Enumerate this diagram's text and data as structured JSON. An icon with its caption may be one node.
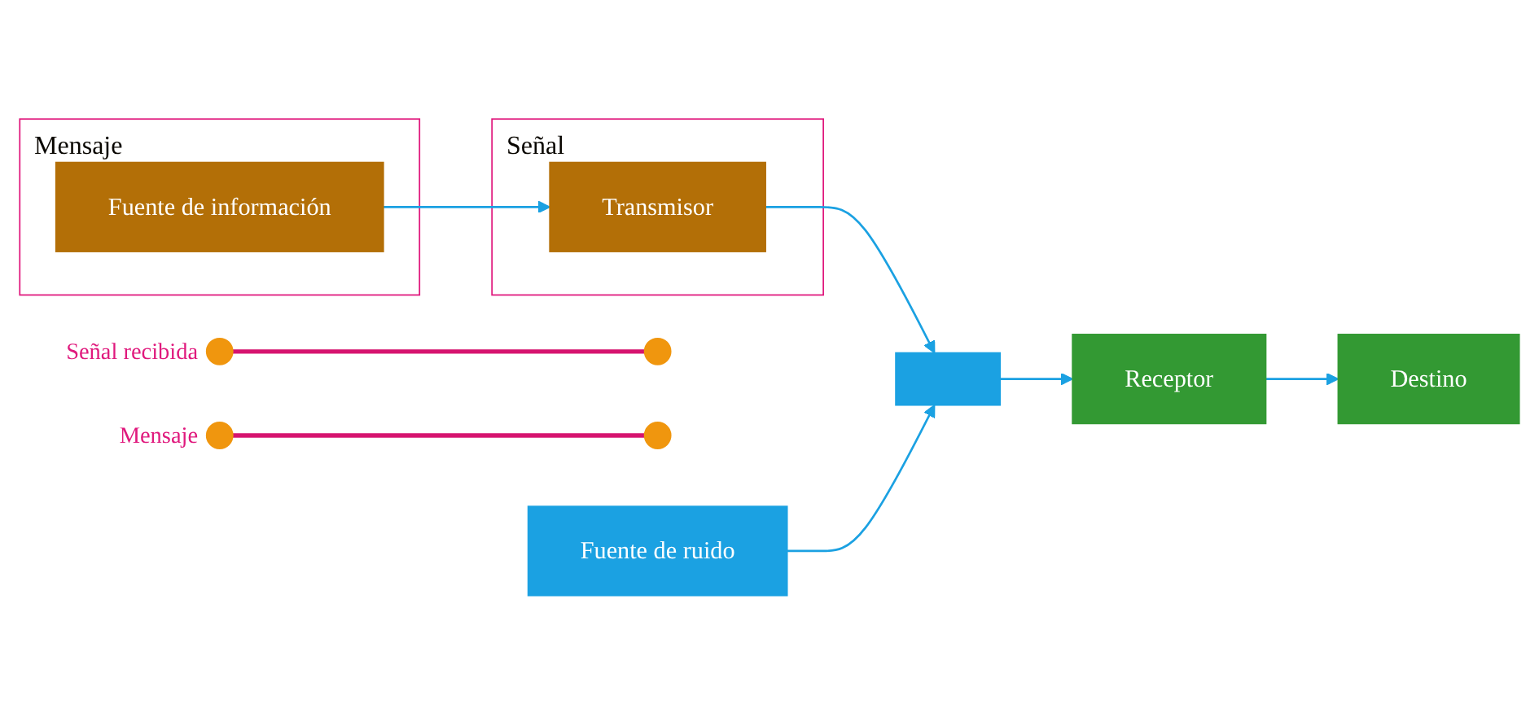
{
  "diagram": {
    "nodes": [
      {
        "text": [
          "Mensaje"
        ]
      },
      {
        "text": [
          "Fuente de información"
        ],
        "in": 0
      },
      {
        "text": [
          "Señal"
        ]
      },
      {
        "text": [
          "Transmisor"
        ],
        "in": 2
      },
      {
        "text": [],
        "shape": "box"
      },
      {
        "text": [
          "Receptor"
        ]
      },
      {
        "text": [
          "Destino"
        ]
      },
      {
        "text": [
          "Fuente de ruido"
        ]
      },
      {
        "text": [],
        "shape": "circle",
        "beside": [
          "Señal recibida"
        ]
      },
      {
        "text": [],
        "shape": "circle"
      },
      {
        "text": [],
        "shape": "circle",
        "beside": [
          "Mensaje"
        ]
      },
      {
        "text": [],
        "shape": "circle"
      }
    ],
    "edges": [
      {
        "from": 1,
        "to": 3,
        "arrow": "to"
      },
      {
        "from": 3,
        "to": 4,
        "arrow": "to"
      },
      {
        "from": 4,
        "to": 5,
        "arrow": "to"
      },
      {
        "from": 5,
        "to": 6,
        "arrow": "to"
      },
      {
        "from": 7,
        "to": 4,
        "arrow": "to"
      },
      {
        "from": 8,
        "to": 9,
        "arrow": "none",
        "color": "#d6136f"
      },
      {
        "from": 10,
        "to": 11,
        "arrow": "none",
        "color": "#d6136f"
      }
    ]
  }
}
